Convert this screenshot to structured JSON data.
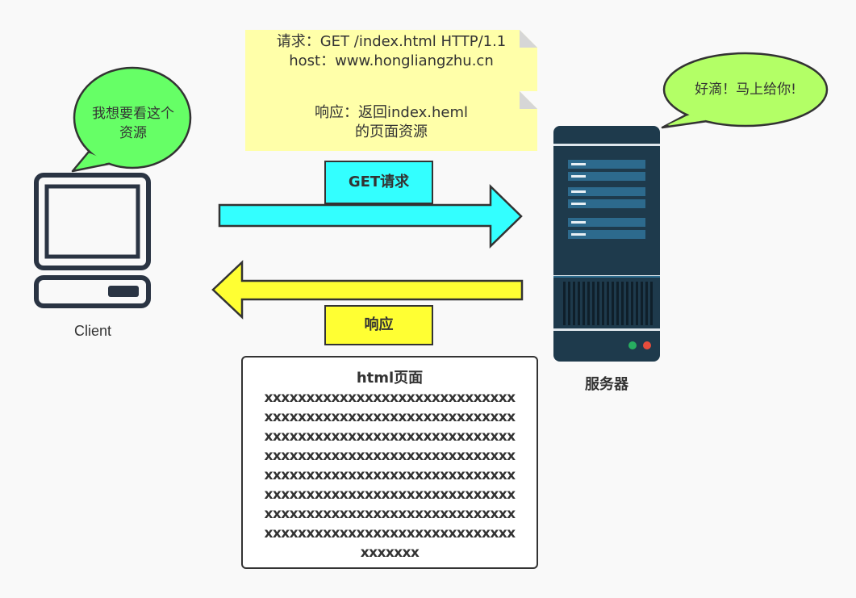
{
  "client": {
    "bubble_text_line1": "我想要看这个",
    "bubble_text_line2": "资源",
    "label": "Client"
  },
  "server": {
    "bubble_text": "好滴！马上给你!",
    "label": "服务器"
  },
  "note": {
    "request_line1": "请求：GET /index.html HTTP/1.1",
    "request_line2": "host：www.hongliangzhu.cn",
    "response_line1": "响应：返回index.heml",
    "response_line2": "的页面资源"
  },
  "arrows": {
    "request_label": "GET请求",
    "response_label": "响应"
  },
  "html_page": {
    "title": "html页面",
    "lines": [
      "xxxxxxxxxxxxxxxxxxxxxxxxxxxxxx",
      "xxxxxxxxxxxxxxxxxxxxxxxxxxxxxx",
      "xxxxxxxxxxxxxxxxxxxxxxxxxxxxxx",
      "xxxxxxxxxxxxxxxxxxxxxxxxxxxxxx",
      "xxxxxxxxxxxxxxxxxxxxxxxxxxxxxx",
      "xxxxxxxxxxxxxxxxxxxxxxxxxxxxxx",
      "xxxxxxxxxxxxxxxxxxxxxxxxxxxxxx",
      "xxxxxxxxxxxxxxxxxxxxxxxxxxxxxx",
      "xxxxxxx"
    ]
  },
  "colors": {
    "background": "#f9f9f9",
    "note": "#ffffa9",
    "client_bubble": "#66ff66",
    "server_bubble": "#b3ff66",
    "request_arrow": "#33ffff",
    "response_arrow": "#ffff33",
    "server_body": "#1e3a4c",
    "outline": "#333333"
  },
  "icons": [
    "computer-icon",
    "server-icon"
  ]
}
